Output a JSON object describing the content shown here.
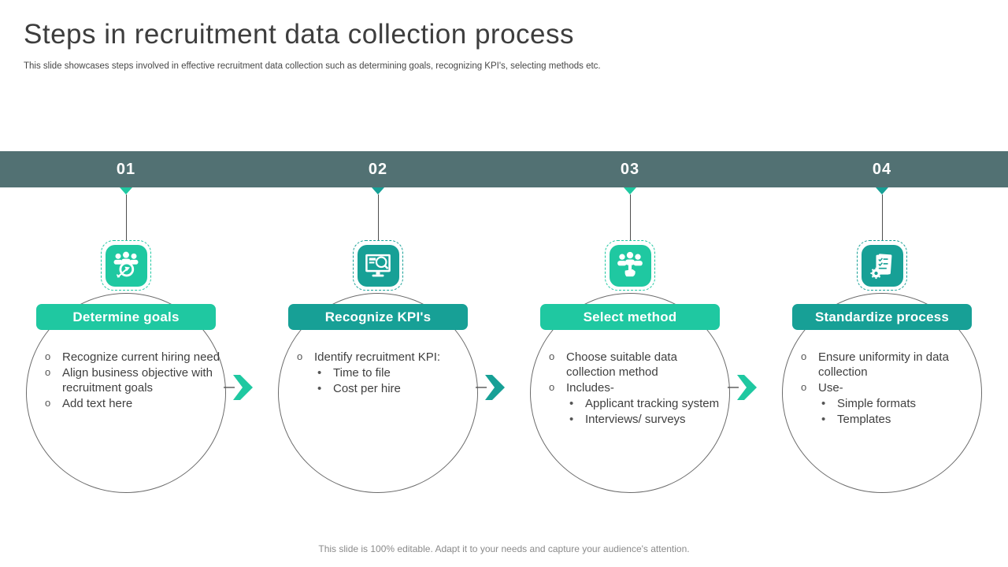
{
  "slide": {
    "title": "Steps in recruitment data collection process",
    "subtitle": "This slide showcases steps involved in effective  recruitment data collection such as determining goals, recognizing KPI's, selecting methods etc.",
    "footer": "This slide is 100% editable. Adapt it to your needs and capture your audience's attention."
  },
  "colors": {
    "band": "#527173",
    "accent_bright": "#1FC8A1",
    "accent_dark": "#17A096",
    "text": "#3f3f3f"
  },
  "steps": [
    {
      "number": "01",
      "label": "Determine goals",
      "accent": "#1FC8A1",
      "icon": "recruitment-target-icon",
      "items": [
        {
          "level": 1,
          "text": "Recognize current hiring need"
        },
        {
          "level": 1,
          "text": "Align business objective with recruitment goals"
        },
        {
          "level": 1,
          "text": "Add text here"
        }
      ]
    },
    {
      "number": "02",
      "label": "Recognize KPI's",
      "accent": "#17A096",
      "icon": "monitor-search-icon",
      "items": [
        {
          "level": 1,
          "text": "Identify  recruitment  KPI:"
        },
        {
          "level": 2,
          "text": "Time to file"
        },
        {
          "level": 2,
          "text": "Cost per hire"
        }
      ]
    },
    {
      "number": "03",
      "label": "Select method",
      "accent": "#1FC8A1",
      "icon": "candidate-selection-icon",
      "items": [
        {
          "level": 1,
          "text": "Choose suitable data collection method"
        },
        {
          "level": 1,
          "text": "Includes-"
        },
        {
          "level": 2,
          "text": "Applicant tracking system"
        },
        {
          "level": 2,
          "text": "Interviews/  surveys"
        }
      ]
    },
    {
      "number": "04",
      "label": "Standardize process",
      "accent": "#17A096",
      "icon": "checklist-gear-icon",
      "items": [
        {
          "level": 1,
          "text": "Ensure  uniformity  in data collection"
        },
        {
          "level": 1,
          "text": "Use-"
        },
        {
          "level": 2,
          "text": "Simple formats"
        },
        {
          "level": 2,
          "text": "Templates"
        }
      ]
    }
  ]
}
